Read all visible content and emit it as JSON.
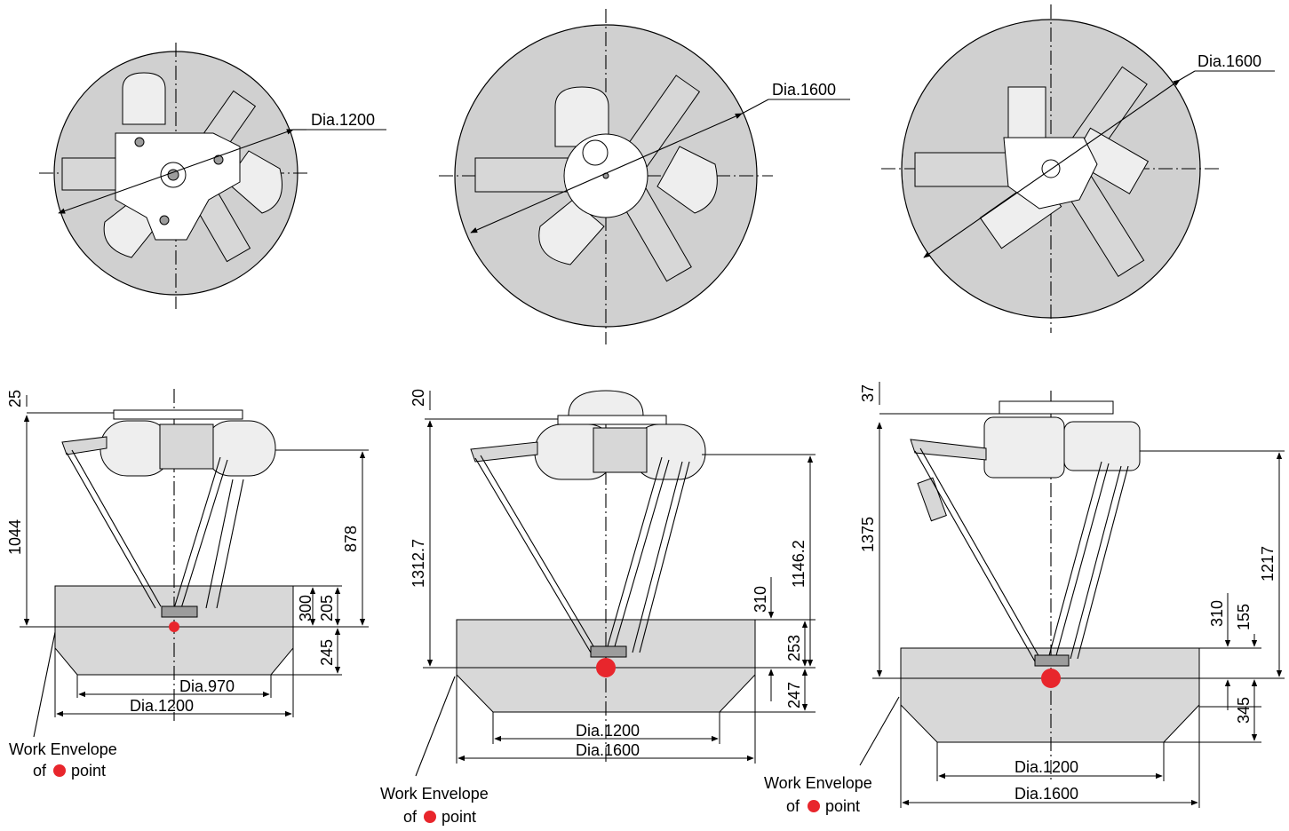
{
  "models": [
    {
      "top_view": {
        "diameter_label": "Dia.1200"
      },
      "side_view": {
        "dimensions": {
          "top_offset": "25",
          "overall_height": "1044",
          "height_to_center": "878",
          "stroke_a": "300",
          "stroke_b": "205",
          "bottom_depth": "245",
          "inner_diameter": "Dia.970",
          "outer_diameter": "Dia.1200"
        },
        "caption": {
          "line1": "Work Envelope",
          "line2_prefix": "of",
          "line2_suffix": "point"
        }
      }
    },
    {
      "top_view": {
        "diameter_label": "Dia.1600"
      },
      "side_view": {
        "dimensions": {
          "top_offset": "20",
          "overall_height": "1312.7",
          "height_to_center": "1146.2",
          "stroke_a": "310",
          "stroke_b": "253",
          "bottom_depth": "247",
          "inner_diameter": "Dia.1200",
          "outer_diameter": "Dia.1600"
        },
        "caption": {
          "line1": "Work Envelope",
          "line2_prefix": "of",
          "line2_suffix": "point"
        }
      }
    },
    {
      "top_view": {
        "diameter_label": "Dia.1600"
      },
      "side_view": {
        "dimensions": {
          "top_offset": "37",
          "overall_height": "1375",
          "height_to_center": "1217",
          "stroke_a": "310",
          "stroke_b": "155",
          "bottom_depth": "345",
          "inner_diameter": "Dia.1200",
          "outer_diameter": "Dia.1600"
        },
        "caption": {
          "line1": "Work Envelope",
          "line2_prefix": "of",
          "line2_suffix": "point"
        }
      }
    }
  ],
  "colors": {
    "envelope_fill": "#d8d8d8",
    "top_circle_fill": "#d0d0d0",
    "point_marker": "#e8262c",
    "line": "#000000"
  }
}
